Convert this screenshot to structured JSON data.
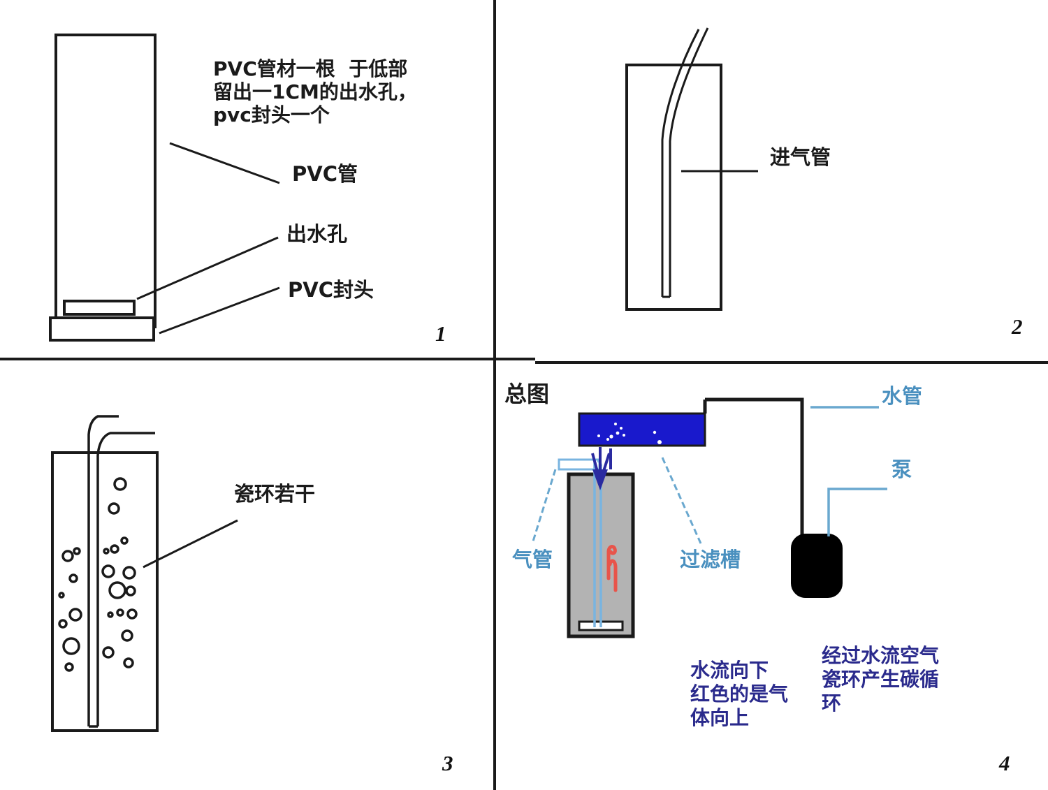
{
  "diagram": {
    "title_panel4": "总图",
    "panels": [
      {
        "number": "1",
        "note": "PVC管材一根  于低部\n留出一1CM的出水孔，\npvc封头一个",
        "labels": [
          {
            "name": "pvc-pipe",
            "text": "PVC管"
          },
          {
            "name": "water-outlet-hole",
            "text": "出水孔"
          },
          {
            "name": "pvc-end-cap",
            "text": "PVC封头"
          }
        ]
      },
      {
        "number": "2",
        "labels": [
          {
            "name": "air-inlet-pipe",
            "text": "进气管"
          }
        ]
      },
      {
        "number": "3",
        "labels": [
          {
            "name": "ceramic-rings",
            "text": "瓷环若干"
          }
        ]
      },
      {
        "number": "4",
        "labels": [
          {
            "name": "water-pipe",
            "text": "水管"
          },
          {
            "name": "pump",
            "text": "泵"
          },
          {
            "name": "air-pipe",
            "text": "气管"
          },
          {
            "name": "filter-trough",
            "text": "过滤槽"
          }
        ],
        "notes": [
          {
            "name": "flow-direction-note",
            "text": "水流向下\n红色的是气\n体向上"
          },
          {
            "name": "carbon-cycle-note",
            "text": "经过水流空气\n瓷环产生碳循\n环"
          }
        ]
      }
    ]
  },
  "colors": {
    "stroke": "#1a1a1a",
    "trough_fill": "#1919cc",
    "column_fill": "#b3b3b3",
    "air_tube": "#79b4e0",
    "gas_red": "#e8544a",
    "arrow_navy": "#2a2aa0",
    "label_blue": "#4a90bf",
    "note_navy": "#2a2a8c",
    "pump_black": "#000000"
  }
}
